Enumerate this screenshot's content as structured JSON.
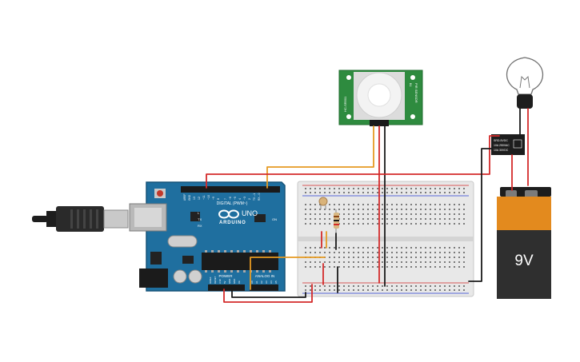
{
  "arduino": {
    "brand": "ARDUINO",
    "model": "UNO",
    "digital_label": "DIGITAL (PWM~)",
    "power_label": "POWER",
    "analog_label": "ANALOG IN",
    "aref_label": "AREF",
    "gnd_label": "GND",
    "pin_13": "13",
    "pin_12": "12",
    "pin_11": "~11",
    "pin_10": "~10",
    "pin_9": "~9",
    "pin_8": "8",
    "pin_7": "7",
    "pin_6": "~6",
    "pin_5": "~5",
    "pin_4": "4",
    "pin_3": "~3",
    "pin_2": "2",
    "pin_1": "TX→1",
    "pin_0": "RX←0",
    "led_l": "L",
    "led_tx": "TX",
    "led_rx": "RX",
    "on_label": "ON",
    "p_ioref": "IOREF",
    "p_reset": "RESET",
    "p_3v3": "3.3V",
    "p_5v": "5V",
    "p_gnd1": "GND",
    "p_gnd2": "GND",
    "p_vin": "Vin",
    "a0": "A0",
    "a1": "A1",
    "a2": "A2",
    "a3": "A3",
    "a4": "A4",
    "a5": "A5"
  },
  "pir": {
    "left_text": "HC-SR501",
    "right_text": "PIR SENSOR",
    "top_text": "B1"
  },
  "relay": {
    "line1": "SRD-5VDC",
    "line2": "10A 250VAC",
    "line3": "10A 30VDC"
  },
  "battery": {
    "label": "9V"
  },
  "colors": {
    "arduino_board": "#1f6f9f",
    "breadboard": "#e6e6e6",
    "pir_board": "#2e8b3f",
    "battery_top": "#e38a1e",
    "battery_body": "#2f2f2f",
    "wire_red": "#d42a2a",
    "wire_orange": "#e69a22",
    "wire_black": "#1a1a1a"
  }
}
